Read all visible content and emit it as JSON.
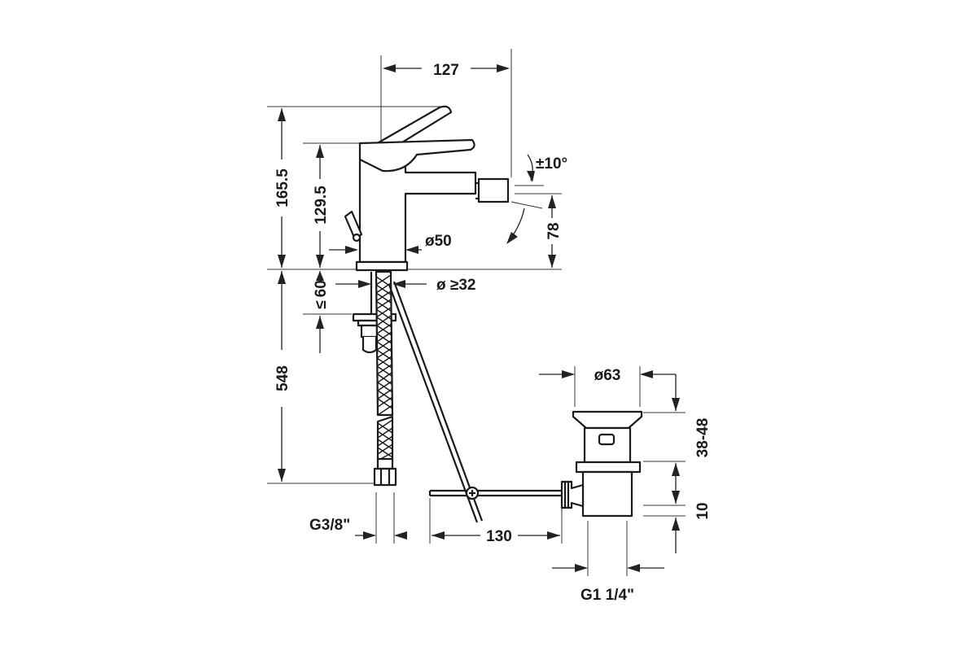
{
  "drawing": {
    "dimensions": {
      "spout_reach": "127",
      "total_height": "165.5",
      "body_height": "129.5",
      "spout_height": "78",
      "spout_angle": "±10°",
      "base_diameter": "ø50",
      "hole_diameter": "ø ≥32",
      "max_thickness_le": "≤",
      "max_thickness_val": "60",
      "hose_length": "548",
      "hose_thread": "G3/8\"",
      "rod_length": "130",
      "waste_diameter": "ø63",
      "waste_height": "38-48",
      "waste_step": "10",
      "waste_thread": "G1 1/4\""
    },
    "colors": {
      "line": "#222222",
      "background": "#ffffff"
    }
  }
}
